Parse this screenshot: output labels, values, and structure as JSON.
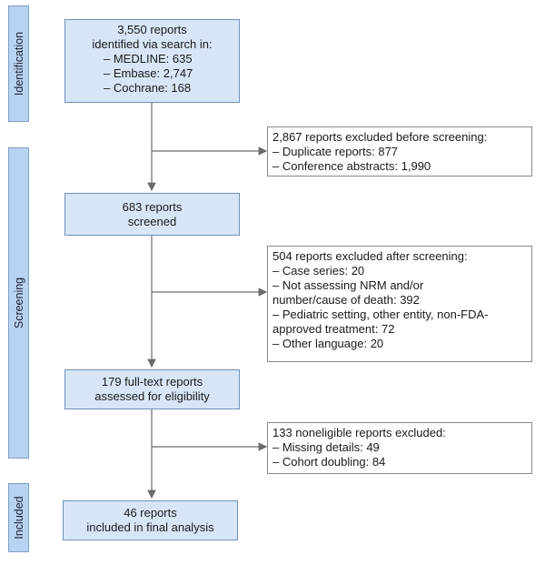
{
  "phases": {
    "identification": "Identification",
    "screening": "Screening",
    "included": "Included"
  },
  "boxes": {
    "identified": {
      "title": "3,550 reports",
      "subtitle": "identified via search in:",
      "sources": [
        "– MEDLINE: 635",
        "– Embase: 2,747",
        "– Cochrane: 168"
      ]
    },
    "screened": {
      "line1": "683 reports",
      "line2": "screened"
    },
    "fulltext": {
      "line1": "179 full-text reports",
      "line2": "assessed for eligibility"
    },
    "included": {
      "line1": "46 reports",
      "line2": "included in final analysis"
    }
  },
  "exclusions": {
    "before_screening": {
      "title": "2,867 reports excluded before screening:",
      "items": [
        "– Duplicate reports: 877",
        "– Conference abstracts: 1,990"
      ]
    },
    "after_screening": {
      "title": "504 reports excluded after screening:",
      "items": [
        "– Case series: 20",
        "– Not assessing NRM and/or number/cause of death: 392",
        "– Pediatric setting, other entity, non-FDA-approved treatment: 72",
        "– Other language: 20"
      ]
    },
    "noneligible": {
      "title": "133 noneligible reports excluded:",
      "items": [
        "– Missing details: 49",
        "– Cohort doubling: 84"
      ]
    }
  },
  "colors": {
    "phase_fill": "#b7d3f1",
    "box_fill": "#d7e6f7",
    "box_border": "#6e8fb5",
    "connector": "#6b6b6b"
  }
}
